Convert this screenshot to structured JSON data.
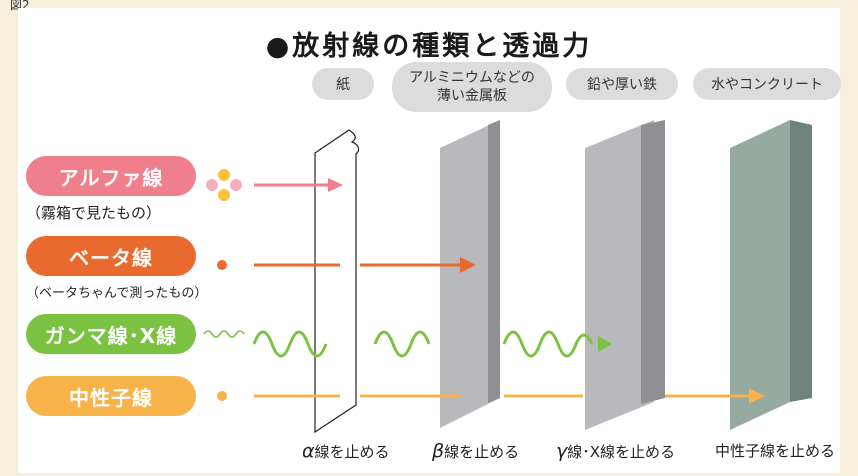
{
  "figure_label": "図2",
  "title": "●放射線の種類と透過力",
  "materials": [
    {
      "label": "紙"
    },
    {
      "label_line1": "アルミニウムなどの",
      "label_line2": "薄い金属板"
    },
    {
      "label": "鉛や厚い鉄"
    },
    {
      "label": "水やコンクリート"
    }
  ],
  "radiations": [
    {
      "name": "アルファ線",
      "note": "（霧箱で見たもの）",
      "color": "#f07f8e"
    },
    {
      "name": "ベータ線",
      "note": "（ベータちゃんで測ったもの）",
      "color": "#e86a2e"
    },
    {
      "name": "ガンマ線･X線",
      "note": "",
      "color": "#7cc242"
    },
    {
      "name": "中性子線",
      "note": "",
      "color": "#f8b24a"
    }
  ],
  "stops": [
    {
      "greek": "α",
      "text": "線を止める"
    },
    {
      "greek": "β",
      "text": "線を止める"
    },
    {
      "greek": "γ",
      "text": "線･X線を止める"
    },
    {
      "greek": "",
      "text": "中性子線を止める"
    }
  ],
  "colors": {
    "alpha": "#f07f8e",
    "alpha_particle": "#f7b0bb",
    "alpha_core": "#f9c23c",
    "beta": "#e86a2e",
    "gamma": "#7cc242",
    "neutron": "#f8b24a",
    "metal_front": "#b9b9bd",
    "metal_side": "#8e8e93",
    "concrete_front": "#96aaa2",
    "concrete_side": "#6f837c"
  }
}
